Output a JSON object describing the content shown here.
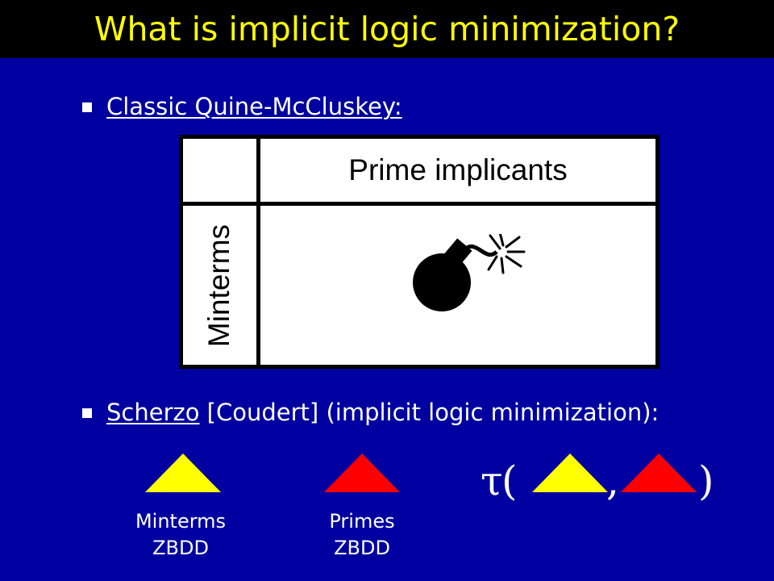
{
  "slide": {
    "title": "What is implicit logic minimization?"
  },
  "bullets": [
    {
      "link": "Classic Quine-McCluskey:",
      "rest": ""
    },
    {
      "link": "Scherzo",
      "rest": " [Coudert] (implicit logic minimization):"
    }
  ],
  "table": {
    "column_header": "Prime implicants",
    "row_header": "Minterms"
  },
  "zbdds": [
    {
      "line1": "Minterms",
      "line2": "ZBDD",
      "color": "#ffff00"
    },
    {
      "line1": "Primes",
      "line2": "ZBDD",
      "color": "#ff0000"
    }
  ],
  "tau_expression": {
    "symbol": "τ",
    "open": "(",
    "comma": ",",
    "close": ")"
  },
  "colors": {
    "background": "#0000a0",
    "title_bar": "#000000",
    "title_text": "#ffff00",
    "body_text": "#ffffff",
    "minterms_triangle": "#ffff00",
    "primes_triangle": "#ff0000"
  },
  "icons": [
    "bomb-icon"
  ]
}
